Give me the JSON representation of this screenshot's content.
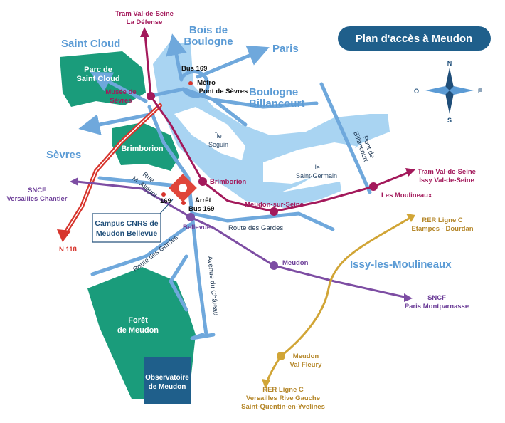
{
  "title": "Plan d'accès à Meudon",
  "regions": {
    "bois": "Bois de",
    "boulogne": "Boulogne",
    "paris": "Paris",
    "saint_cloud": "Saint Cloud",
    "boulogne_billancourt_1": "Boulogne",
    "boulogne_billancourt_2": "Billancourt",
    "sevres": "Sèvres",
    "issy": "Issy-les-Moulineaux"
  },
  "parks": {
    "parc_1": "Parc de",
    "parc_2": "Saint Cloud",
    "brimborion": "Brimborion",
    "foret_1": "Forêt",
    "foret_2": "de Meudon",
    "observatoire_1": "Observatoire",
    "observatoire_2": "de Meudon"
  },
  "islands": {
    "seguin_1": "Île",
    "seguin_2": "Seguin",
    "st_germain_1": "Île",
    "st_germain_2": "Saint-Germain"
  },
  "tram": {
    "north_1": "Tram Val-de-Seine",
    "north_2": "La Défense",
    "east_1": "Tram Val-de-Seine",
    "east_2": "Issy Val-de-Seine",
    "musee_1": "Musée de",
    "musee_2": "Sèvres",
    "brimborion": "Brimborion",
    "meudon_sur_seine": "Meudon-sur-Seine",
    "les_moulineaux": "Les Moulineaux"
  },
  "sncf": {
    "west_1": "SNCF",
    "west_2": "Versailles Chantier",
    "bellevue": "Bellevue",
    "meudon": "Meudon",
    "east_1": "SNCF",
    "east_2": "Paris Montparnasse"
  },
  "rer": {
    "north_1": "RER Ligne C",
    "north_2": "Etampes - Dourdan",
    "station_1": "Meudon",
    "station_2": "Val Fleury",
    "south_1": "RER Ligne C",
    "south_2": "Versailles Rive Gauche",
    "south_3": "Saint-Quentin-en-Yvelines"
  },
  "roads": {
    "n118": "N 118",
    "rue_1": "Rue",
    "rue_2": "M. Allégot",
    "route_gardes_east": "Route des Gardes",
    "route_gardes_sw": "Route des Gardes",
    "avenue_chateau": "Avenue du Château",
    "pont_1": "Pont de",
    "pont_2": "Billancourt"
  },
  "transit": {
    "bus169_north": "Bus 169",
    "metro_1": "Métro",
    "metro_2": "Pont de Sèvres",
    "arret": "Arrêt",
    "bus169_south": "Bus 169",
    "stop_169": "169"
  },
  "campus": {
    "line_1": "Campus CNRS de",
    "line_2": "Meudon Bellevue"
  },
  "compass": {
    "n": "N",
    "s": "S",
    "e": "E",
    "o": "O"
  },
  "colors": {
    "river": "#a9d4f2",
    "road": "#6fa8dc",
    "park": "#1a9c7b",
    "observatoire": "#1f5f8b",
    "tram": "#a3195b",
    "sncf": "#7d4da3",
    "rer": "#d1a536",
    "n118": "#d7352d",
    "campus": "#e0453a",
    "title_bg": "#1f5f8b"
  }
}
